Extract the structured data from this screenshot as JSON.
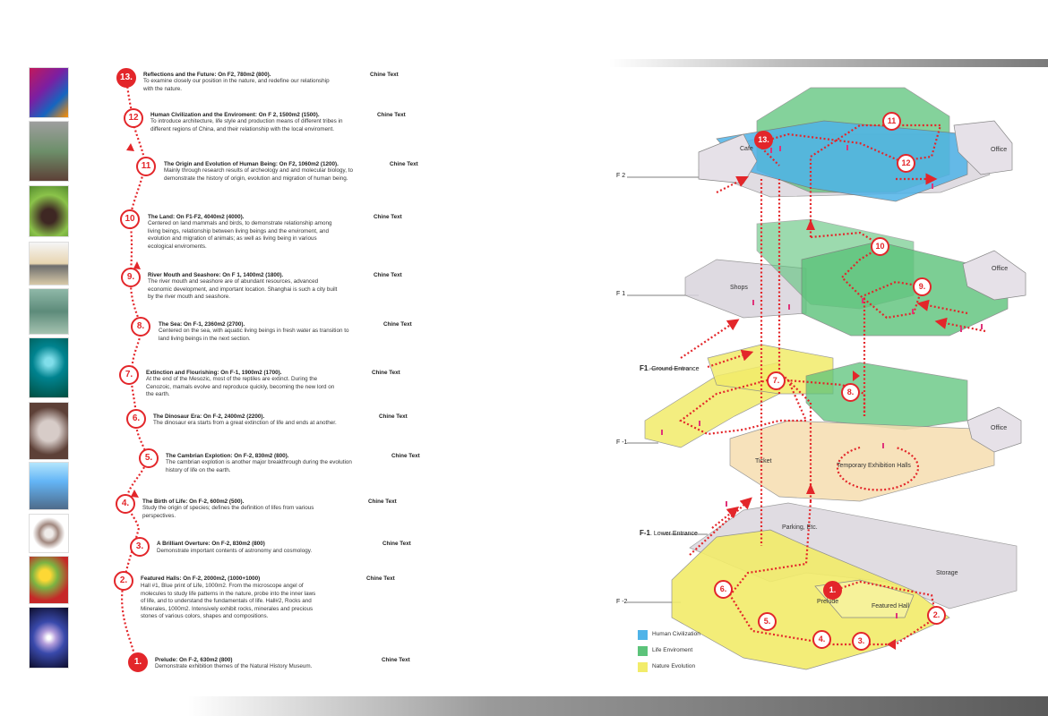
{
  "steps": [
    {
      "num": "13.",
      "title": "Reflections and the Future: On F2, 780m2 (800).",
      "desc": "To examine closely our position in the nature, and redefine our relationship with the nature.",
      "chine": "Chine Text"
    },
    {
      "num": "12",
      "title": "Human Civilization and the Enviroment: On F 2, 1500m2 (1500).",
      "desc": "To introduce architecture, life style and production means of different tribes in different regions of China, and their relationship with the local enviroment.",
      "chine": "Chine Text"
    },
    {
      "num": "11",
      "title": "The Origin and Evolution of Human Being: On F2, 1060m2 (1200).",
      "desc": "Mainly through research results of archeology and and molecular biology, to demonstrate the history of origin, evolution and migration of human being.",
      "chine": "Chine Text"
    },
    {
      "num": "10",
      "title": "The Land: On F1-F2, 4040m2 (4000).",
      "desc": "Centered on land mammals and birds, to demonstrate relationship among living beings, relationship between living beings and the enviroment, and evolution and migration of animals; as well as living being in various ecological enviroments.",
      "chine": "Chine Text"
    },
    {
      "num": "9.",
      "title": "River Mouth and Seashore: On F 1, 1400m2 (1800).",
      "desc": "The river mouth and seashore are of abundant resources, advanced economic development, and important location. Shanghai is such a city built by the river mouth and seashore.",
      "chine": "Chine Text"
    },
    {
      "num": "8.",
      "title": "The Sea: On F-1, 2360m2 (2700).",
      "desc": "Centered on the sea, with aquatic living beings in fresh water as transition to land living beings in the next section.",
      "chine": "Chine Text"
    },
    {
      "num": "7.",
      "title": "Extinction and Flourishing: On F-1, 1900m2 (1700).",
      "desc": "At the end of the Mesozic, most of the reptiles are extinct. During the Cenozoic, mamals evolve and reproduce quickly, becoming the new lord on the earth.",
      "chine": "Chine Text"
    },
    {
      "num": "6.",
      "title": "The Dinosaur Era: On F-2, 2400m2 (2200).",
      "desc": "The dinosaur era starts from a great extinction of life and ends at another.",
      "chine": "Chine Text"
    },
    {
      "num": "5.",
      "title": "The Cambrian Explotion: On F-2, 830m2 (800).",
      "desc": "The cambrian explotion is another major breakthrough during the evolution history of life on the earth.",
      "chine": "Chine Text"
    },
    {
      "num": "4.",
      "title": "The Birth of Life: On F-2, 600m2 (500).",
      "desc": "Study the origin of species; defines the definition of lifes from various perspectives.",
      "chine": "Chine Text"
    },
    {
      "num": "3.",
      "title": "A Brilliant Overture:  On F-2, 830m2 (800)",
      "desc": "Demonstrate important contents of astronomy and cosmology.",
      "chine": "Chine Text"
    },
    {
      "num": "2.",
      "title": "Featured Halls:  On F-2, 2000m2, (1000+1000)",
      "desc": "Hall #1, Blue print of Life, 1000m2. From the microscope angel of molecules to study life patterns in the nature, probe into the inner laws of life, and to understand the fundamentals of life. Hall#2, Rocks and Minerales, 1000m2. Intensively exhibit rocks, minerales and precious stones of various colors, shapes and compositions.",
      "chine": "Chine Text"
    },
    {
      "num": "1.",
      "title": "Prelude:  On F-2, 630m2 (800)",
      "desc": "Demonstrate exhibition themes of the Natural History Museum.",
      "chine": "Chine Text"
    }
  ],
  "floors": {
    "f2": "F 2",
    "f1": "F 1",
    "f1_ground": "F1",
    "f1_ground_suffix": ". Ground Entrance",
    "fm1": "F -1",
    "fm1_lower": "F-1",
    "fm1_lower_suffix": ". Lower Entrance",
    "fm2": "F -2"
  },
  "areas": {
    "cafe": "Cafe",
    "office1": "Office",
    "office2": "Office",
    "office3": "Office",
    "shops": "Shops",
    "ticket": "Ticket",
    "temp": "Temporary Exhibition Halls",
    "parking": "Parking, Etc.",
    "storage": "Storage",
    "prelude": "Prelude",
    "featured": "Featured Hall"
  },
  "legend": [
    {
      "label": "Human Civilization",
      "color": "#4fb3e8"
    },
    {
      "label": "Life Enviroment",
      "color": "#5cc37a"
    },
    {
      "label": "Nature Evolution",
      "color": "#f2ec6a"
    }
  ]
}
